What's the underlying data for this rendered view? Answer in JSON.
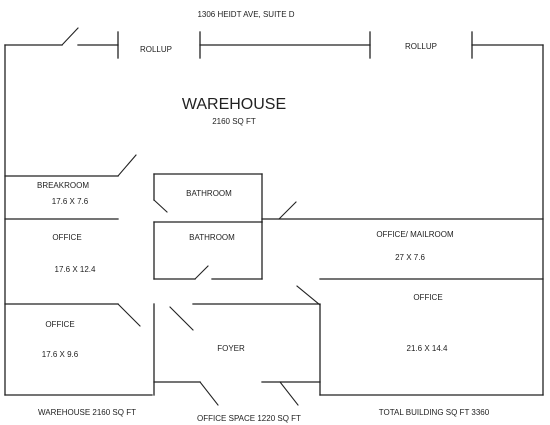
{
  "address": "1306 HEIDT AVE, SUITE D",
  "doors": {
    "rollup_left": "ROLLUP",
    "rollup_right": "ROLLUP"
  },
  "warehouse": {
    "name": "WAREHOUSE",
    "area": "2160 SQ FT"
  },
  "rooms": {
    "breakroom": {
      "name": "BREAKROOM",
      "dims": "17.6 X 7.6"
    },
    "bathroom_1": {
      "name": "BATHROOM"
    },
    "bathroom_2": {
      "name": "BATHROOM"
    },
    "office_left": {
      "name": "OFFICE",
      "dims": "17.6 X 12.4"
    },
    "office_mailroom": {
      "name": "OFFICE/ MAILROOM",
      "dims": "27 X 7.6"
    },
    "office_bottom_left": {
      "name": "OFFICE",
      "dims": "17.6 X 9.6"
    },
    "foyer": {
      "name": "FOYER"
    },
    "office_right": {
      "name": "OFFICE",
      "dims": "21.6 X 14.4"
    }
  },
  "footer": {
    "warehouse_total": "WAREHOUSE 2160 SQ FT",
    "office_space": "OFFICE SPACE 1220 SQ FT",
    "total_building": "TOTAL BUILDING SQ FT 3360"
  }
}
